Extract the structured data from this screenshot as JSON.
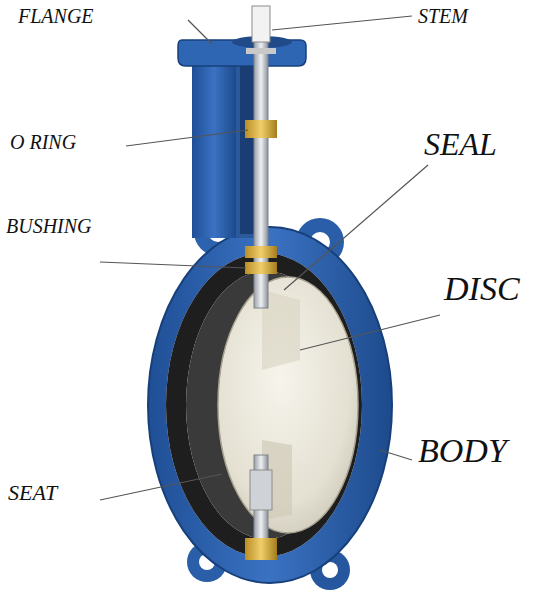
{
  "diagram": {
    "labels": [
      "FLANGE",
      "STEM",
      "O RING",
      "SEAL",
      "BUSHING",
      "DISC",
      "BODY",
      "SEAT"
    ]
  }
}
